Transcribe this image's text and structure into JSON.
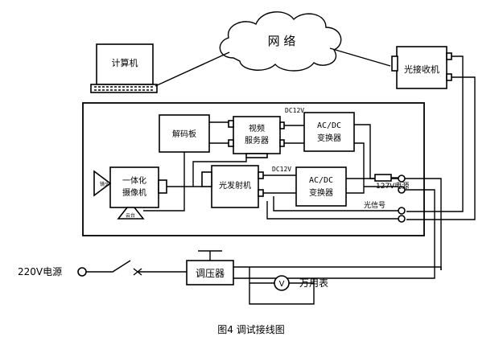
{
  "labels": {
    "network": "网 络",
    "computer": "计算机",
    "optical_receiver": "光接收机",
    "decoder": "解码板",
    "video_server_l1": "视频",
    "video_server_l2": "服务器",
    "acdc_top_l1": "AC/DC",
    "acdc_top_l2": "变换器",
    "dc12v_top": "DC12V",
    "dc12v_mid": "DC12V",
    "camera_l1": "一体化",
    "camera_l2": "摄像机",
    "lens": "镜头",
    "ptz": "云台",
    "optical_tx": "光发射机",
    "acdc_mid_l1": "AC/DC",
    "acdc_mid_l2": "变换器",
    "power_127v": "127V电源",
    "optical_signal": "光信号",
    "power_220v": "220V电源",
    "regulator": "调压器",
    "voltmeter": "V",
    "multimeter": "万用表",
    "caption": "图4   调试接线图"
  }
}
